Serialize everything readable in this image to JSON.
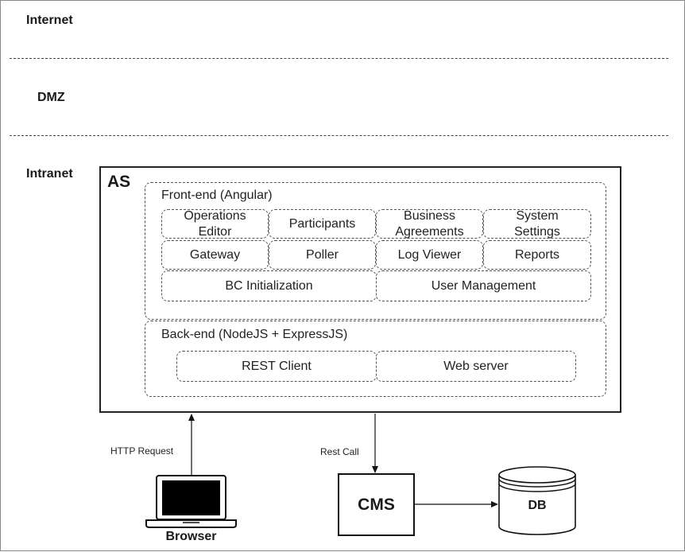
{
  "zones": {
    "internet": "Internet",
    "dmz": "DMZ",
    "intranet": "Intranet"
  },
  "as": {
    "title": "AS",
    "frontend": {
      "title": "Front-end (Angular)",
      "modules": [
        [
          "Operations",
          "Editor"
        ],
        [
          "Participants"
        ],
        [
          "Business",
          "Agreements"
        ],
        [
          "System",
          "Settings"
        ],
        [
          "Gateway"
        ],
        [
          "Poller"
        ],
        [
          "Log Viewer"
        ],
        [
          "Reports"
        ],
        [
          "BC Initialization"
        ],
        [
          "User Management"
        ]
      ]
    },
    "backend": {
      "title": "Back-end (NodeJS + ExpressJS)",
      "modules": [
        "REST Client",
        "Web server"
      ]
    }
  },
  "edges": {
    "http_request": "HTTP Request",
    "rest_call": "Rest Call"
  },
  "nodes": {
    "browser": "Browser",
    "cms": "CMS",
    "db": "DB"
  },
  "icons": {
    "browser": "laptop-icon",
    "db": "database-cylinder-icon"
  }
}
